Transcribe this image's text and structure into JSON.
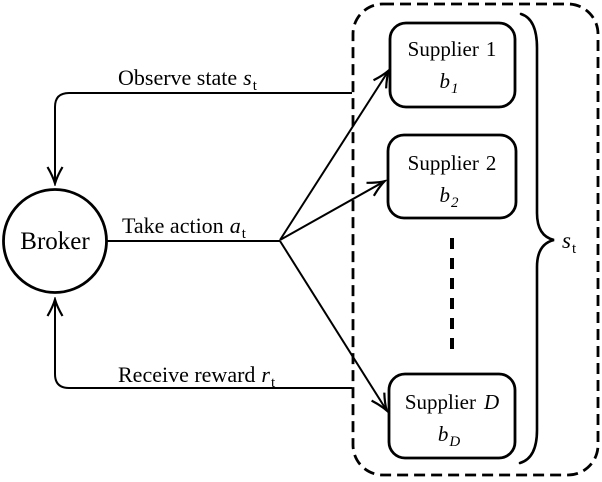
{
  "broker": {
    "label": "Broker"
  },
  "edges": {
    "observe": {
      "text": "Observe state",
      "var": "s",
      "sub": "t"
    },
    "action": {
      "text": "Take action",
      "var": "a",
      "sub": "t"
    },
    "reward": {
      "text": "Receive reward",
      "var": "r",
      "sub": "t"
    }
  },
  "suppliers": [
    {
      "name": "Supplier",
      "index": "1",
      "value": "b",
      "value_sub": "1"
    },
    {
      "name": "Supplier",
      "index": "2",
      "value": "b",
      "value_sub": "2"
    },
    {
      "name": "Supplier",
      "index": "D",
      "value": "b",
      "value_sub": "D"
    }
  ],
  "brace": {
    "var": "s",
    "sub": "t"
  },
  "colors": {
    "ink": "#000000",
    "background": "#ffffff"
  }
}
